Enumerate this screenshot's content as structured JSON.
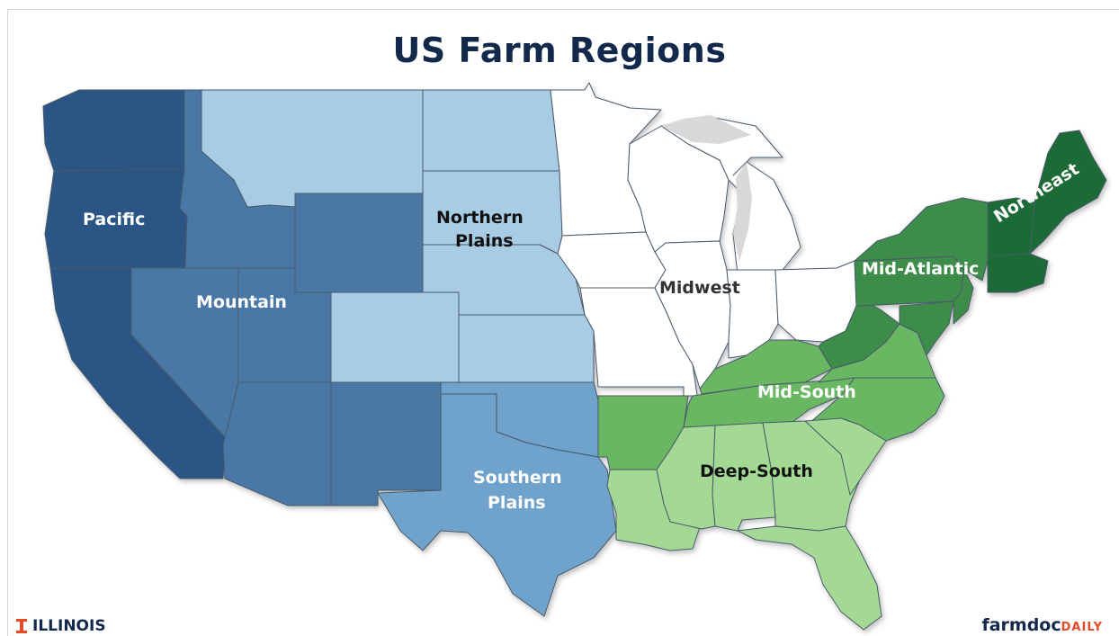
{
  "title": "US Farm Regions",
  "regions": [
    {
      "name": "Pacific",
      "color": "#2a5485"
    },
    {
      "name": "Mountain",
      "color": "#4a78a6"
    },
    {
      "name": "Northern Plains",
      "line1": "Northern",
      "line2": "Plains",
      "color": "#a8cce3"
    },
    {
      "name": "Southern Plains",
      "line1": "Southern",
      "line2": "Plains",
      "color": "#70a3cb"
    },
    {
      "name": "Midwest",
      "color": "#ffffff"
    },
    {
      "name": "Mid-Atlantic",
      "color": "#3c8c4a"
    },
    {
      "name": "Northeast",
      "color": "#1f6a36"
    },
    {
      "name": "Mid-South",
      "color": "#6bb763"
    },
    {
      "name": "Deep-South",
      "color": "#a3d995"
    }
  ],
  "logos": {
    "illinois": "ILLINOIS",
    "farmdoc": "farmdoc",
    "daily": "DAILY"
  }
}
